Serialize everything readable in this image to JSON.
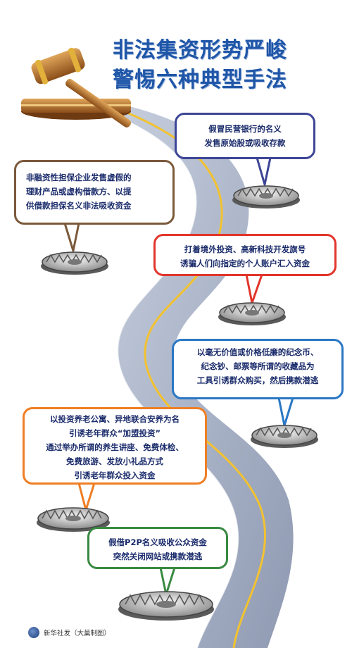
{
  "title": {
    "line1": "非法集资形势严峻",
    "line2": "警惕六种典型手法"
  },
  "tactics": [
    {
      "lines": [
        "假冒民营银行的名义",
        "发售原始股或吸收存款"
      ]
    },
    {
      "lines": [
        "非融资性担保企业发售虚假的",
        "理财产品或虚构借款方、以提",
        "供借款担保名义非法吸收资金"
      ]
    },
    {
      "lines": [
        "打着境外投资、高新科技开发旗号",
        "诱骗人们向指定的个人账户汇入资金"
      ]
    },
    {
      "lines": [
        "以毫无价值或价格低廉的纪念币、",
        "纪念钞、邮票等所谓的收藏品为",
        "工具引诱群众购买，然后携款潜逃"
      ]
    },
    {
      "lines": [
        "以投资养老公寓、异地联合安养为名",
        "引诱老年群众“加盟投资”",
        "通过举办所谓的养生讲座、免费体检、",
        "免费旅游、发放小礼品方式",
        "引诱老年群众投入资金"
      ]
    },
    {
      "lines": [
        "假借P2P名义吸收公众资金",
        "突然关闭网站或携款潜逃"
      ]
    }
  ],
  "colors": {
    "title": "#1f56a8",
    "bubble_1": "#3d4596",
    "bubble_2": "#7b5a3b",
    "bubble_3": "#e2352b",
    "bubble_4": "#2a77c4",
    "bubble_5": "#ef7e24",
    "bubble_6": "#3a8a42",
    "road": "#a9b4c9",
    "road_line": "#f2c230"
  },
  "footer": {
    "credit": "新华社发（大巢制图）"
  }
}
